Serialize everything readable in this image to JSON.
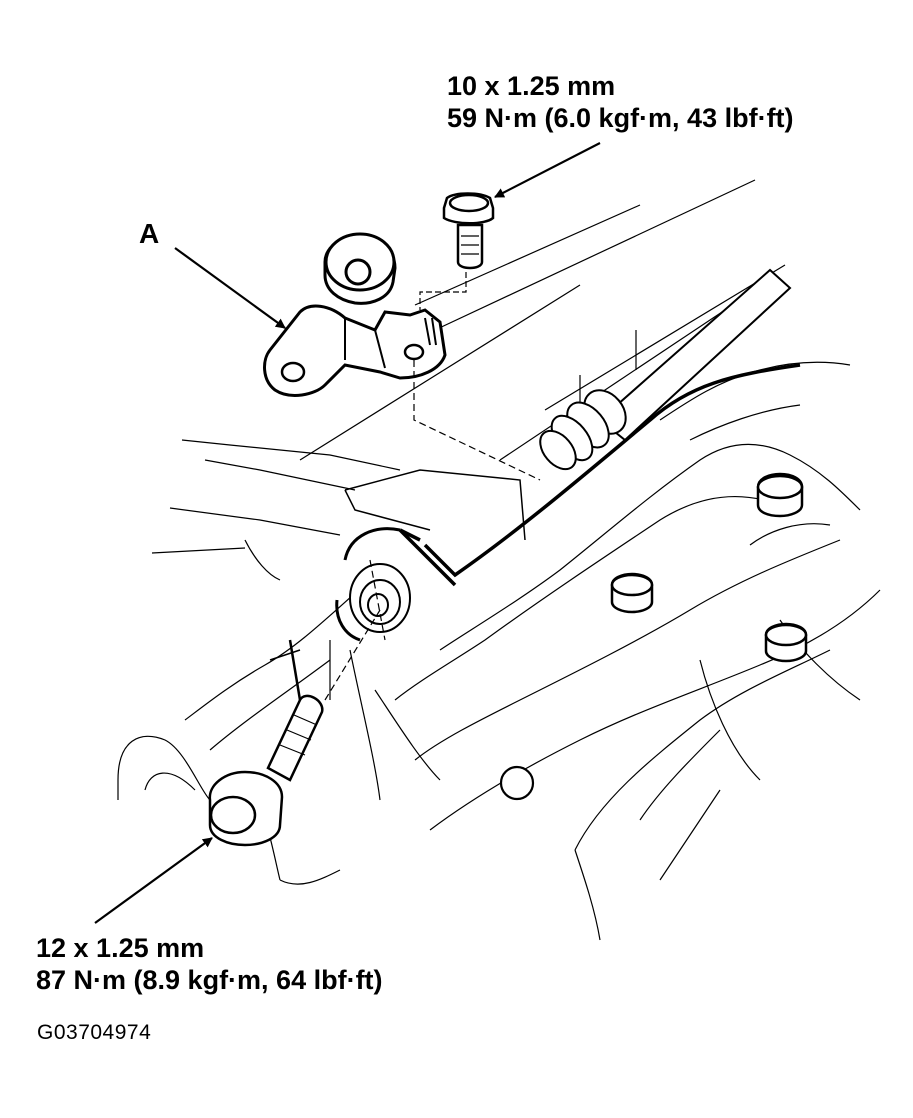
{
  "callouts": {
    "top_bolt": {
      "size": "10 x 1.25 mm",
      "torque": "59 N·m (6.0 kgf·m, 43 lbf·ft)"
    },
    "bottom_bolt": {
      "size": "12 x 1.25 mm",
      "torque": "87 N·m (8.9 kgf·m, 64 lbf·ft)"
    },
    "part_a": "A"
  },
  "figure_id": "G03704974",
  "colors": {
    "ink": "#000000",
    "paper": "#ffffff"
  }
}
